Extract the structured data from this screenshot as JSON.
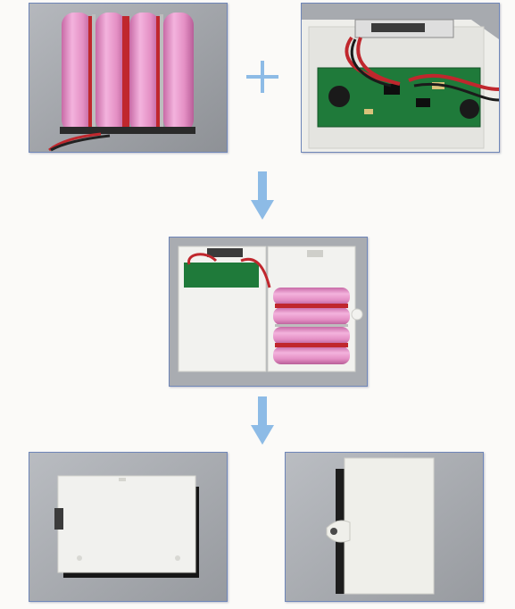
{
  "figure": {
    "photos": [
      {
        "subject": "battery-cell-pack",
        "cells": 4
      },
      {
        "subject": "charger-circuit-board-in-case"
      },
      {
        "subject": "assembled-open-case",
        "cells": 4
      },
      {
        "subject": "closed-case-front"
      },
      {
        "subject": "closed-case-side"
      }
    ],
    "connector_icons": [
      "plus-icon",
      "down-arrow-icon",
      "down-arrow-icon"
    ],
    "colors": {
      "frame": "#6f86b8",
      "arrow": "#8dbbe6",
      "cell_pink": "#e48fc4",
      "cell_wrap": "#c0272d",
      "pcb_green": "#1f7a3a",
      "case_white": "#f1f1ee",
      "background": "#fbfaf8"
    }
  }
}
